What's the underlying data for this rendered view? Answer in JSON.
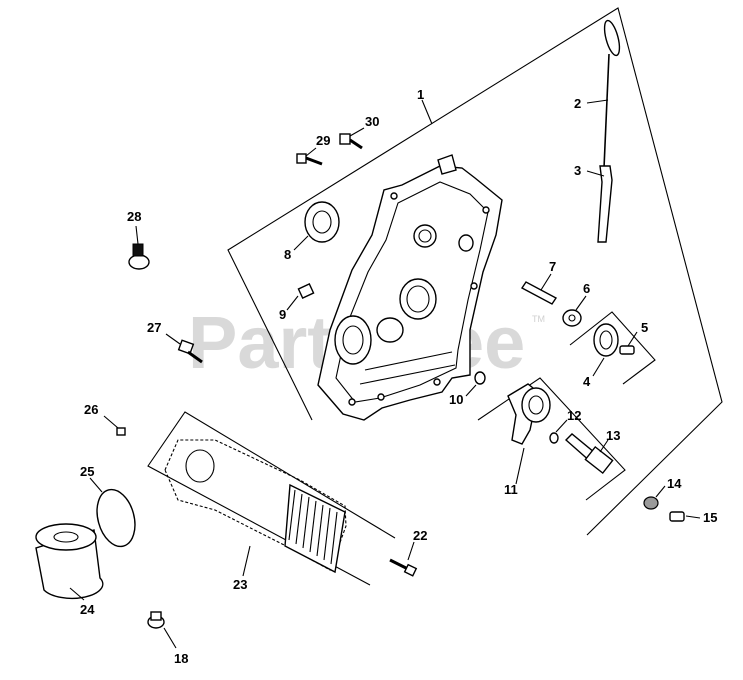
{
  "watermark": {
    "text": "PartsTree",
    "trademark": "TM"
  },
  "callouts": [
    {
      "id": 1,
      "text": "1"
    },
    {
      "id": 2,
      "text": "2"
    },
    {
      "id": 3,
      "text": "3"
    },
    {
      "id": 4,
      "text": "4"
    },
    {
      "id": 5,
      "text": "5"
    },
    {
      "id": 6,
      "text": "6"
    },
    {
      "id": 7,
      "text": "7"
    },
    {
      "id": 8,
      "text": "8"
    },
    {
      "id": 9,
      "text": "9"
    },
    {
      "id": 10,
      "text": "10"
    },
    {
      "id": 11,
      "text": "11"
    },
    {
      "id": 12,
      "text": "12"
    },
    {
      "id": 13,
      "text": "13"
    },
    {
      "id": 14,
      "text": "14"
    },
    {
      "id": 15,
      "text": "15"
    },
    {
      "id": 18,
      "text": "18"
    },
    {
      "id": 22,
      "text": "22"
    },
    {
      "id": 23,
      "text": "23"
    },
    {
      "id": 24,
      "text": "24"
    },
    {
      "id": 25,
      "text": "25"
    },
    {
      "id": 26,
      "text": "26"
    },
    {
      "id": 27,
      "text": "27"
    },
    {
      "id": 28,
      "text": "28"
    },
    {
      "id": 29,
      "text": "29"
    },
    {
      "id": 30,
      "text": "30"
    }
  ]
}
